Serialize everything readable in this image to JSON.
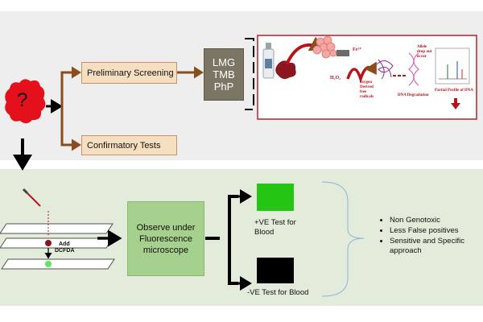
{
  "unknown_stain": {
    "label": "?"
  },
  "screening": {
    "preliminary_label": "Preliminary Screening",
    "confirmatory_label": "Confirmatory Tests",
    "methods": [
      "LMG",
      "TMB",
      "PhP"
    ]
  },
  "mechanism": {
    "fe_label": "Fe²⁺",
    "h2o2_label": "H₂O₂",
    "radicals_label": "oxygen Derived free radicals",
    "degradation_label": "DNA Degradation",
    "dropout_label": "Allele drop out occur",
    "profile_label": "Partial Profile of DNA"
  },
  "protocol": {
    "add_label": "Add",
    "reagent_label": "DCFDA",
    "observe_label": "Observe under Fluorescence microscope"
  },
  "results": {
    "positive_label": "+VE Test for Blood",
    "negative_label": "-VE Test for Blood"
  },
  "advantages": [
    "Non Genotoxic",
    "Less False positives",
    "Sensitive and Specific approach"
  ],
  "colors": {
    "top_bg": "#efeeee",
    "bottom_bg": "#e3ecda",
    "stain_red": "#e4101c",
    "arrow_brown": "#8a4e1c",
    "method_box": "#7b7564",
    "observe_box": "#a6d08e",
    "positive_green": "#25c514"
  }
}
